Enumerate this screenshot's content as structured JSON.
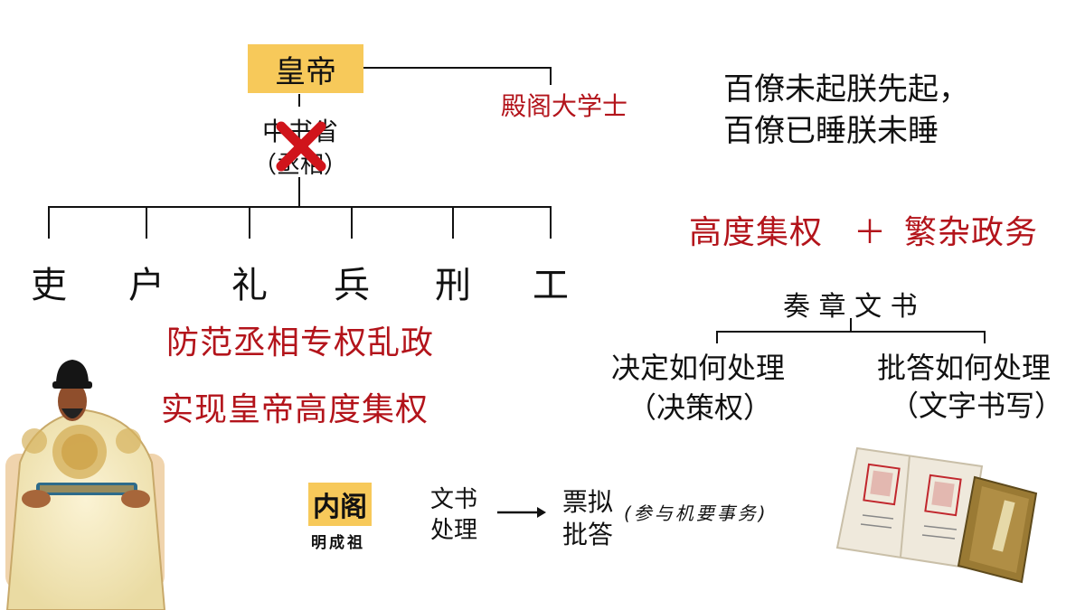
{
  "hierarchy": {
    "emperor": "皇帝",
    "grand_secretary": "殿阁大学士",
    "secretariat": "中书省",
    "chancellor": "（丞相）",
    "departments": [
      "吏",
      "户",
      "礼",
      "兵",
      "刑",
      "工"
    ]
  },
  "purposes": {
    "line1": "防范丞相专权乱政",
    "line2": "实现皇帝高度集权"
  },
  "quote": {
    "line1": "百僚未起朕先起，",
    "line2": "百僚已睡朕未睡"
  },
  "summary": {
    "left": "高度集权",
    "plus": "＋",
    "right": "繁杂政务"
  },
  "documents": {
    "title": "奏 章 文 书",
    "branch_left_main": "决定如何处理",
    "branch_left_sub": "（决策权）",
    "branch_right_main": "批答如何处理",
    "branch_right_sub": "（文字书写）"
  },
  "cabinet": {
    "label": "内阁",
    "founder": "明成祖",
    "task_line1": "文书",
    "task_line2": "处理",
    "result_line1": "票拟",
    "result_line2": "批答",
    "note": "(参与机要事务)"
  },
  "colors": {
    "accent_box": "#f7c95a",
    "red_text": "#b3141b",
    "cross": "#d0141b"
  }
}
